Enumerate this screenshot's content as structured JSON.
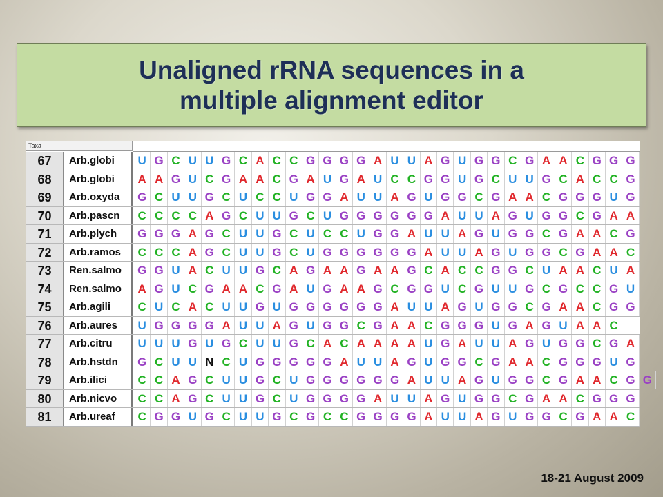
{
  "title": {
    "line1": "Unaligned rRNA sequences in a",
    "line2": "multiple alignment editor"
  },
  "editor": {
    "taxa_label": "Taxa",
    "colors": {
      "A": "#e0282d",
      "C": "#22b224",
      "G": "#9a41c4",
      "U": "#2a8ee0",
      "N": "#111111"
    },
    "rows": [
      {
        "num": "67",
        "name": "Arb.globi",
        "seq": "UGCUUGCACCGGGGAUUAGUGGCGAACGGG"
      },
      {
        "num": "68",
        "name": "Arb.globi",
        "seq": "AAGUCGAACGAUGAUCCGGUGCUUGCACCG"
      },
      {
        "num": "69",
        "name": "Arb.oxyda",
        "seq": "GCUUGCUCCUGGAUUAGUGGCGAACGGGUG"
      },
      {
        "num": "70",
        "name": "Arb.pascn",
        "seq": "CCCCAGCUUGCUGGGGGGAUUAGUGGCGAA"
      },
      {
        "num": "71",
        "name": "Arb.plych",
        "seq": "GGGAGCUUGCUCCUGGAUUAGUGGCGAACG"
      },
      {
        "num": "72",
        "name": "Arb.ramos",
        "seq": "CCCAGCUUGCUGGGGGGAUUAGUGGCGAAC"
      },
      {
        "num": "73",
        "name": "Ren.salmo",
        "seq": "GGUACUUGCAGAAGAAGCACCGGCUAACUA"
      },
      {
        "num": "74",
        "name": "Ren.salmo",
        "seq": "AGUCGAACGAUGAAGCGGUCGUUGCGCCGU"
      },
      {
        "num": "75",
        "name": "Arb.agili",
        "seq": "CUCACUUGUGGGGGGAUUAGUGGCGAACGG"
      },
      {
        "num": "76",
        "name": "Arb.aures",
        "seq": "UGGGGAUUAGUGGCGAACGGGUGAGUAAC"
      },
      {
        "num": "77",
        "name": "Arb.citru",
        "seq": "UUUGUGCUUGCACAAAAUGAUUAGUGGCGA"
      },
      {
        "num": "78",
        "name": "Arb.hstdn",
        "seq": "GCUUNCUGGGGGAUUAGUGGCGAACGGGUG"
      },
      {
        "num": "79",
        "name": "Arb.ilici",
        "seq": "CCAGCUUGCUGGGGGGAUUAGUGGCGAACGG"
      },
      {
        "num": "80",
        "name": "Arb.nicvo",
        "seq": "CCAGCUUGCUGGGGAUUAGUGGCGAACGGG"
      },
      {
        "num": "81",
        "name": "Arb.ureaf",
        "seq": "CGGUGCUUGCGCCGGGGAUUAGUGGCGAAC"
      }
    ]
  },
  "footer": {
    "date": "18-21 August 2009"
  }
}
